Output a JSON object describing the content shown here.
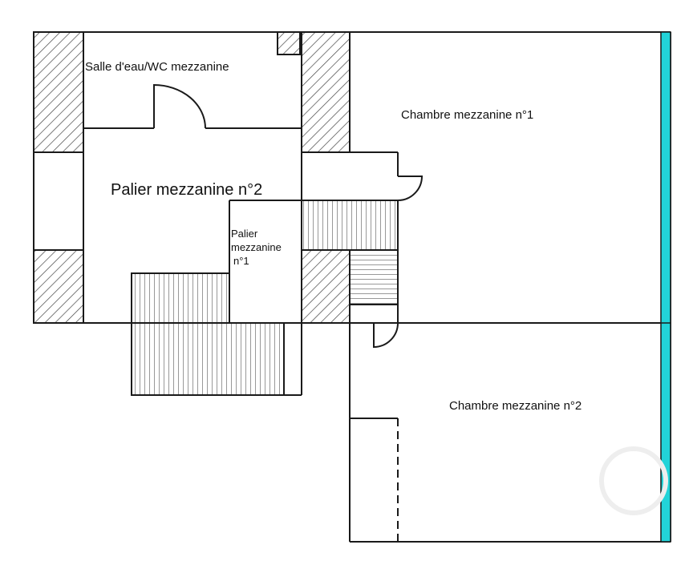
{
  "rooms": {
    "salle_eau": "Salle d'eau/WC mezzanine",
    "palier_2": "Palier mezzanine n°2",
    "palier_1_line1": "Palier",
    "palier_1_line2": "mezzanine",
    "palier_1_line3": "n°1",
    "chambre_1": "Chambre mezzanine n°1",
    "chambre_2": "Chambre mezzanine n°2"
  },
  "colors": {
    "wall": "#1a1a1a",
    "hatch": "#444444",
    "window_strip": "#22d3d8",
    "background": "#ffffff"
  }
}
